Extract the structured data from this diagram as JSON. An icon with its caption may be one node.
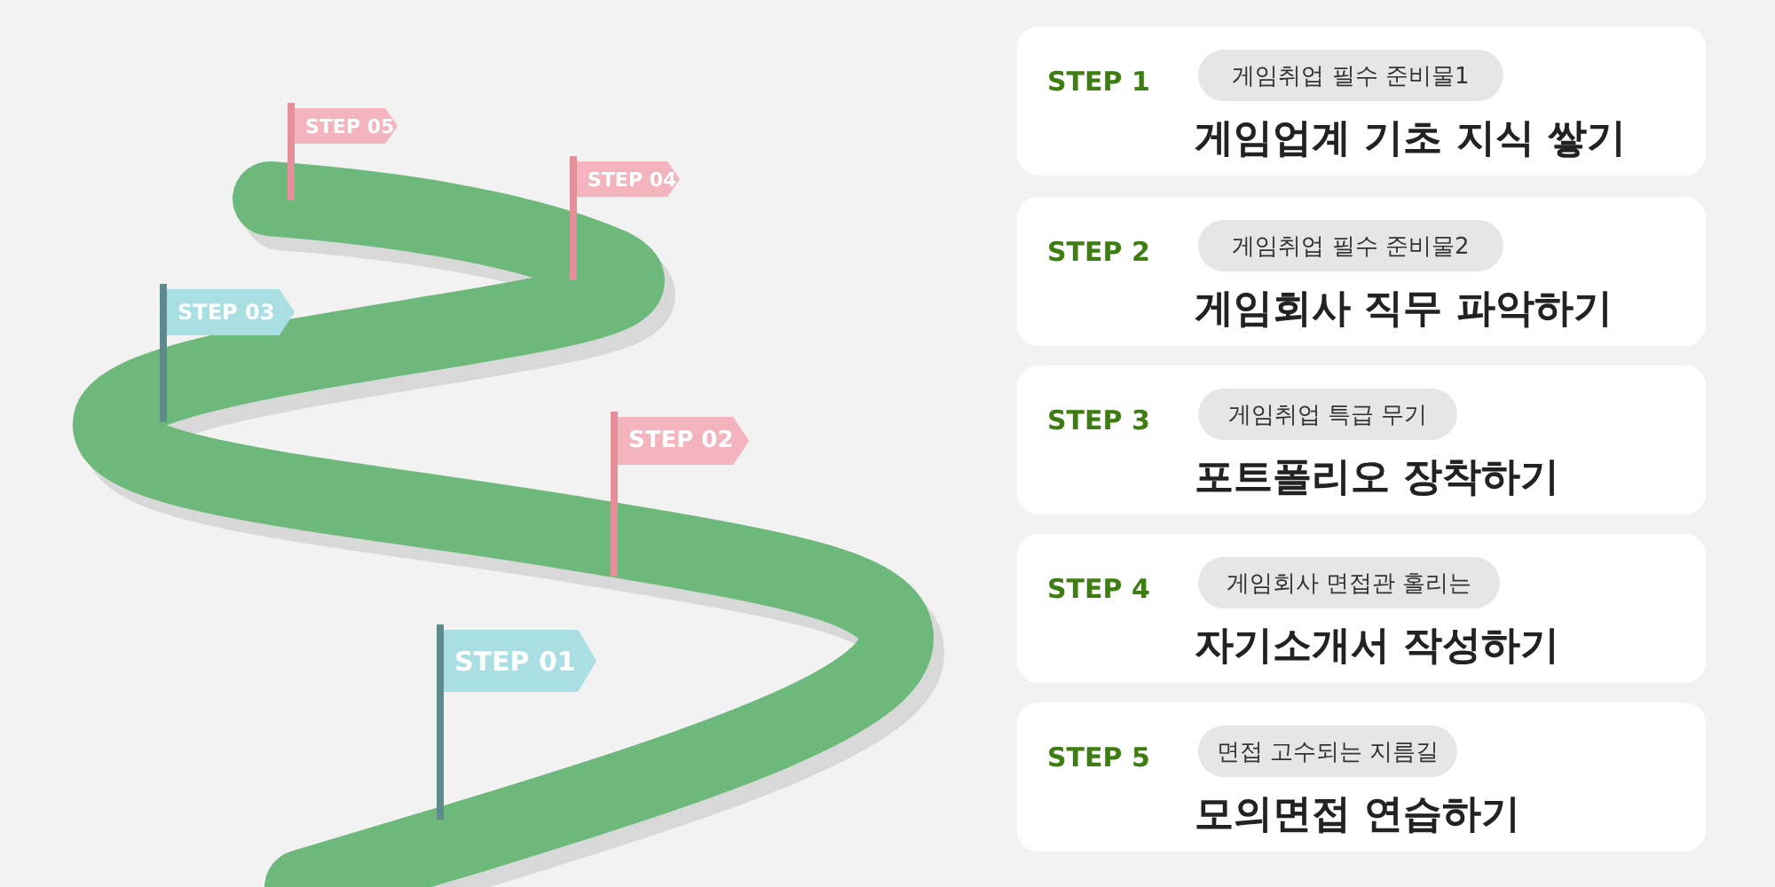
{
  "diagram": {
    "nodes": [
      {
        "text": [
          "STEP 05"
        ]
      },
      {
        "text": [
          "STEP 04"
        ]
      },
      {
        "text": [
          "STEP 03"
        ]
      },
      {
        "text": [
          "STEP 02"
        ]
      },
      {
        "text": [
          "STEP 01"
        ]
      },
      {
        "text": [
          "STEP 1",
          "게임업계 기초 지식 쌓기"
        ]
      },
      {
        "text": [
          "게임취업 필수 준비물1"
        ],
        "in": 5
      },
      {
        "text": [
          "STEP 2",
          "게임회사 직무 파악하기"
        ]
      },
      {
        "text": [
          "게임취업 필수 준비물2"
        ],
        "in": 7
      },
      {
        "text": [
          "STEP 3",
          "포트폴리오 장착하기"
        ]
      },
      {
        "text": [
          "게임취업 특급 무기"
        ],
        "in": 9
      },
      {
        "text": [
          "STEP 4",
          "자기소개서 작성하기"
        ]
      },
      {
        "text": [
          "게임회사 면접관 홀리는"
        ],
        "in": 11
      },
      {
        "text": [
          "STEP 5",
          "모의면접 연습하기"
        ]
      },
      {
        "text": [
          "면접 고수되는 지름길"
        ],
        "in": 13
      }
    ]
  }
}
